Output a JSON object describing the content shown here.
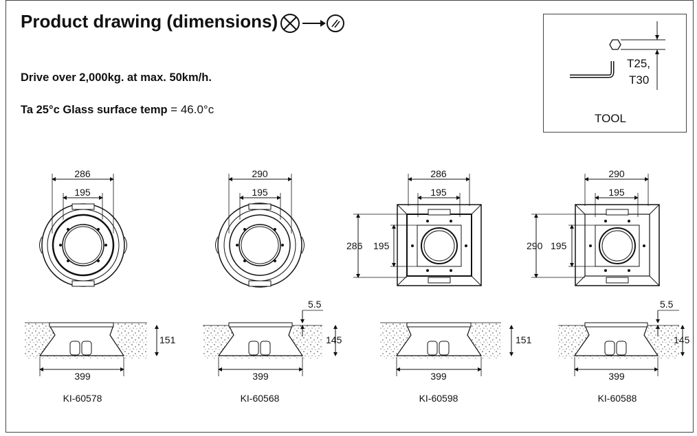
{
  "title": "Product drawing (dimensions)",
  "lines": {
    "drive": "Drive over 2,000kg. at max. 50km/h.",
    "temp_label": "Ta 25°c Glass surface temp",
    "temp_value": "= 46.0°c"
  },
  "tool": {
    "sizes_line1": "T25,",
    "sizes_line2": "T30",
    "label": "TOOL"
  },
  "products": [
    {
      "model": "KI-60578",
      "outer": "286",
      "inner": "195",
      "height": "151",
      "base": "399",
      "shape": "round"
    },
    {
      "model": "KI-60568",
      "outer": "290",
      "inner": "195",
      "height": "145",
      "base": "399",
      "offset": "5.5",
      "shape": "round"
    },
    {
      "model": "KI-60598",
      "outer": "286",
      "inner": "195",
      "side_outer": "286",
      "side_inner": "195",
      "height": "151",
      "base": "399",
      "shape": "square"
    },
    {
      "model": "KI-60588",
      "outer": "290",
      "inner": "195",
      "side_outer": "290",
      "side_inner": "195",
      "height": "145",
      "base": "399",
      "offset": "5.5",
      "shape": "square"
    }
  ],
  "icons": {
    "header_symbol": "spanner-to-wheel-icon"
  }
}
